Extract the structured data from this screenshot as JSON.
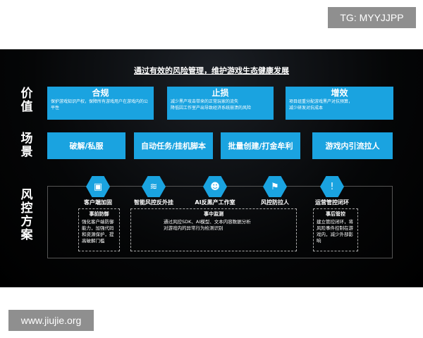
{
  "watermark_top": "TG: MYYJJPP",
  "watermark_bottom": "www.jiujie.org",
  "title": "通过有效的风险管理，维护游戏生态健康发展",
  "rows": {
    "value": "价值",
    "scene": "场景",
    "solution": "风控方案"
  },
  "values": [
    {
      "title": "合规",
      "desc": "保护游戏知识产权，保障所有游戏用户在游戏内的公平性"
    },
    {
      "title": "止损",
      "desc": "减少黑产攻击带来的正常玩家的流失\n降低因工作室产出导致经济系统崩溃的风险"
    },
    {
      "title": "增效",
      "desc": "项目组重分配游戏黑产对抗预算，\n减少研发对抗成本"
    }
  ],
  "scenes": [
    "破解/私服",
    "自动任务/挂机脚本",
    "批量创建/打金牟利",
    "游戏内引流拉人"
  ],
  "modules": [
    {
      "label": "客户端加固",
      "icon": "monitor-shield-icon",
      "glyph": "▣"
    },
    {
      "label": "智能风控反外挂",
      "icon": "layers-icon",
      "glyph": "≋"
    },
    {
      "label": "AI反黑产工作室",
      "icon": "ai-head-icon",
      "glyph": "☻"
    },
    {
      "label": "风控防拉人",
      "icon": "people-block-icon",
      "glyph": "⚑"
    },
    {
      "label": "运营管控闭环",
      "icon": "alert-loop-icon",
      "glyph": "!"
    }
  ],
  "phases": [
    {
      "title": "事前防御",
      "desc": "强化客户端防御能力，加强代码和资源保护，提高破解门槛"
    },
    {
      "title": "事中监测",
      "desc": "通过风控SDK、AI模型、文本内容数据分析\n对游戏内的异常行为检测识别"
    },
    {
      "title": "事后管控",
      "desc": "建立管控闭环，将风险事件控制在游戏内，减少外部影响"
    }
  ]
}
